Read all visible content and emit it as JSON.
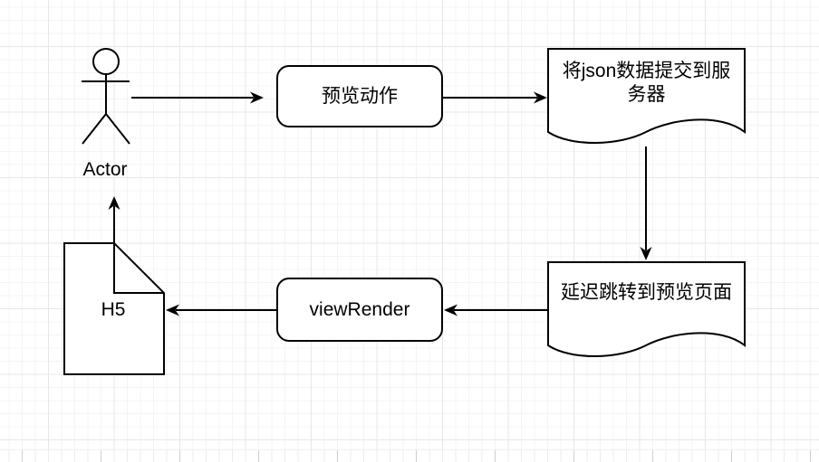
{
  "diagram": {
    "type": "flowchart",
    "colors": {
      "canvas_bg": "#ffffff",
      "grid_minor": "#f4f4f4",
      "grid_major": "#e7e7e7",
      "shape_stroke": "#000000",
      "shape_fill": "#ffffff",
      "text": "#000000"
    },
    "actor": {
      "label": "Actor"
    },
    "nodes": {
      "preview_action": {
        "label": "预览动作",
        "shape": "rounded-rectangle"
      },
      "submit_json": {
        "label": "将json数据提交到服务器",
        "shape": "document"
      },
      "delay_redirect": {
        "label": "延迟跳转到预览页面",
        "shape": "document"
      },
      "view_render": {
        "label": "viewRender",
        "shape": "rounded-rectangle"
      },
      "h5": {
        "label": "H5",
        "shape": "note"
      }
    },
    "edges": [
      {
        "from": "actor",
        "to": "preview_action",
        "direction": "right"
      },
      {
        "from": "preview_action",
        "to": "submit_json",
        "direction": "right"
      },
      {
        "from": "submit_json",
        "to": "delay_redirect",
        "direction": "down"
      },
      {
        "from": "delay_redirect",
        "to": "view_render",
        "direction": "left"
      },
      {
        "from": "view_render",
        "to": "h5",
        "direction": "left"
      },
      {
        "from": "h5",
        "to": "actor",
        "direction": "up"
      }
    ]
  }
}
